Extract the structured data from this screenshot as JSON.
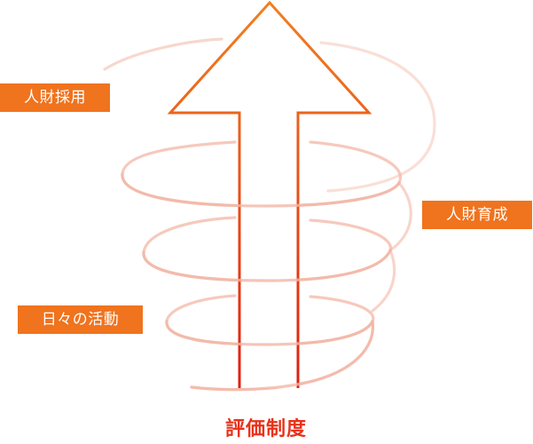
{
  "labels": {
    "recruit": "人財採用",
    "develop": "人財育成",
    "daily": "日々の活動"
  },
  "bottom_label": "評価制度",
  "colors": {
    "tag_fill": "#f0731e",
    "bottom_text": "#e8321a",
    "arrow_stroke_top": "#f08020",
    "arrow_stroke_bottom": "#e01e10",
    "spiral_stroke": "#f3b7a6"
  },
  "icons": {
    "arrow": "up-arrow-icon",
    "spiral": "spiral-icon"
  }
}
